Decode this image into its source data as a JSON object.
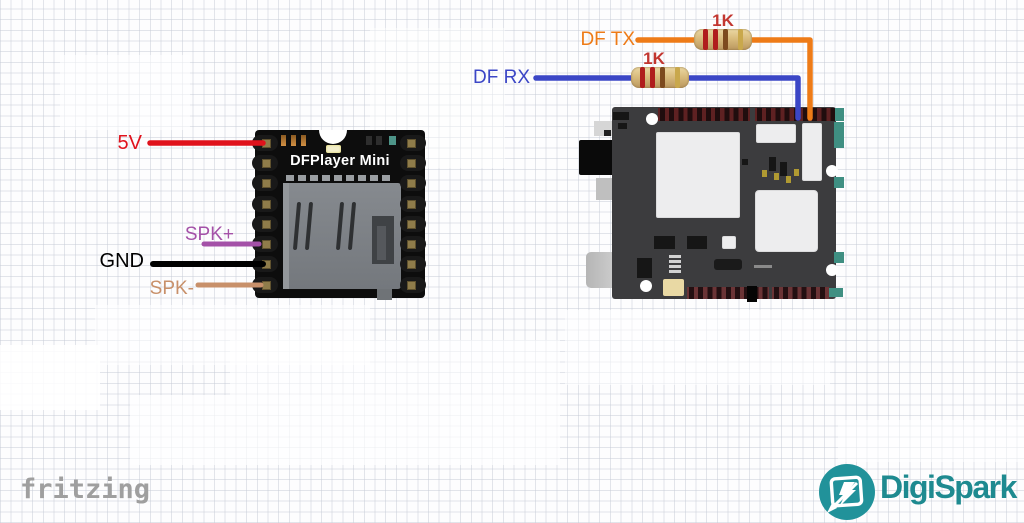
{
  "module": {
    "title": "DFPlayer Mini"
  },
  "wiring": {
    "pins": [
      {
        "label": "5V",
        "color": "#e0121c"
      },
      {
        "label": "SPK+",
        "color": "#a451a8"
      },
      {
        "label": "GND",
        "color": "#000000"
      },
      {
        "label": "SPK-",
        "color": "#c8906a"
      }
    ],
    "serial": [
      {
        "label": "DF TX",
        "resistor_value": "1K",
        "color": "#ee7b17"
      },
      {
        "label": "DF RX",
        "resistor_value": "1K",
        "color": "#3b46c6"
      }
    ],
    "resistor_value_color": "#c23630"
  },
  "branding": {
    "fritzing": "fritzing",
    "fritzing_color": "#9f9f9f",
    "digispark": "DigiSpark",
    "digispark_color": "#1e8a90"
  }
}
